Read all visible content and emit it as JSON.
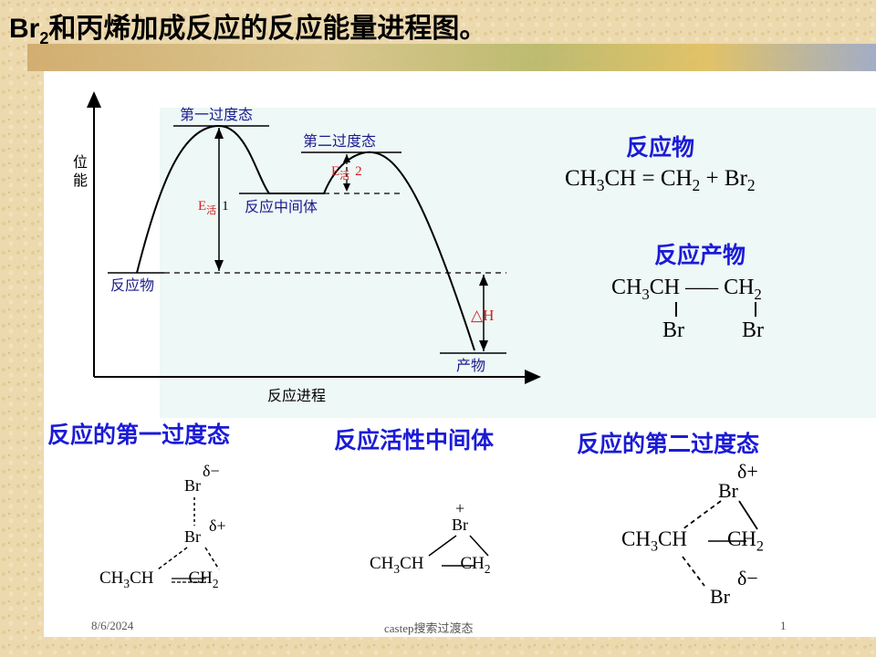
{
  "title": {
    "prefix": "Br",
    "sub": "2",
    "rest": "和丙烯加成反应的反应能量进程图。"
  },
  "diagram": {
    "y_axis_label_1": "位",
    "y_axis_label_2": "能",
    "x_axis_label": "反应进程",
    "ts1": "第一过度态",
    "ts2": "第二过度态",
    "intermediate": "反应中间体",
    "reactant": "反应物",
    "product": "产物",
    "ea1_E": "E",
    "ea1_sub": "活",
    "ea1_num": "1",
    "ea2_E": "E",
    "ea2_sub": "活",
    "ea2_num": "2",
    "dh_symbol": "△",
    "dh_H": "H"
  },
  "right": {
    "reactant_head": "反应物",
    "reactant_eq": {
      "a": "CH",
      "a_sub": "3",
      "b": "CH = CH",
      "b_sub": "2",
      "c": " + Br",
      "c_sub": "2"
    },
    "product_head": "反应产物",
    "product_line": {
      "a": "CH",
      "a_sub": "3",
      "b": "CH —– CH",
      "b_sub": "2"
    },
    "br_left": "Br",
    "br_right": "Br"
  },
  "bottom": {
    "ts1_head": "反应的第一过度态",
    "inter_head": "反应活性中间体",
    "ts2_head": "反应的第二过度态",
    "ts1": {
      "delta_minus": "δ−",
      "br_top": "Br",
      "br_mid": "Br",
      "delta_plus": "δ+",
      "chain_a": "CH",
      "chain_a_sub": "3",
      "chain_b": "CH",
      "chain_c": "CH",
      "chain_c_sub": "2"
    },
    "inter": {
      "plus": "+",
      "br": "Br",
      "chain_a": "CH",
      "chain_a_sub": "3",
      "chain_b": "CH",
      "chain_c": "CH",
      "chain_c_sub": "2"
    },
    "ts2": {
      "delta_plus": "δ+",
      "br_top": "Br",
      "chain_a": "CH",
      "chain_a_sub": "3",
      "chain_b": "CH",
      "chain_c": "CH",
      "chain_c_sub": "2",
      "br_bottom": "Br",
      "delta_minus": "δ−"
    }
  },
  "footer": {
    "date": "8/6/2024",
    "center": "castep搜索过渡态",
    "page": "1"
  },
  "colors": {
    "blue_text": "#1b1bd6",
    "diagram_label": "#1a1a8c",
    "red": "#d42020"
  }
}
